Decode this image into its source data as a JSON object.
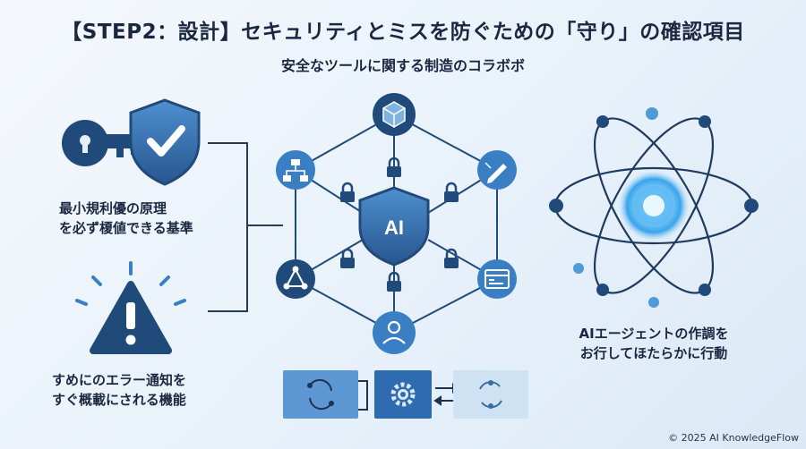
{
  "header": {
    "title": "【STEP2：設計】セキュリティとミスを防ぐための「守り」の確認項目",
    "subtitle": "安全なツールに関する制造のコラボボ"
  },
  "left": {
    "item1": {
      "line1": "最小規利優の原理",
      "line2": "を必ず榎値できる基準"
    },
    "item2": {
      "line1": "すめにのエラー通知を",
      "line2": "すぐ概載にされる機能"
    }
  },
  "center": {
    "hub_label": "AI"
  },
  "right": {
    "line1": "AIエージェントの作調を",
    "line2": "お行してほたらかに行動"
  },
  "footer": {
    "copyright": "© 2025 AI KnowledgeFlow"
  },
  "colors": {
    "navy": "#1f4a7a",
    "blue": "#3a7fc4",
    "light": "#7fb3e0",
    "pale": "#cfe2f3"
  }
}
